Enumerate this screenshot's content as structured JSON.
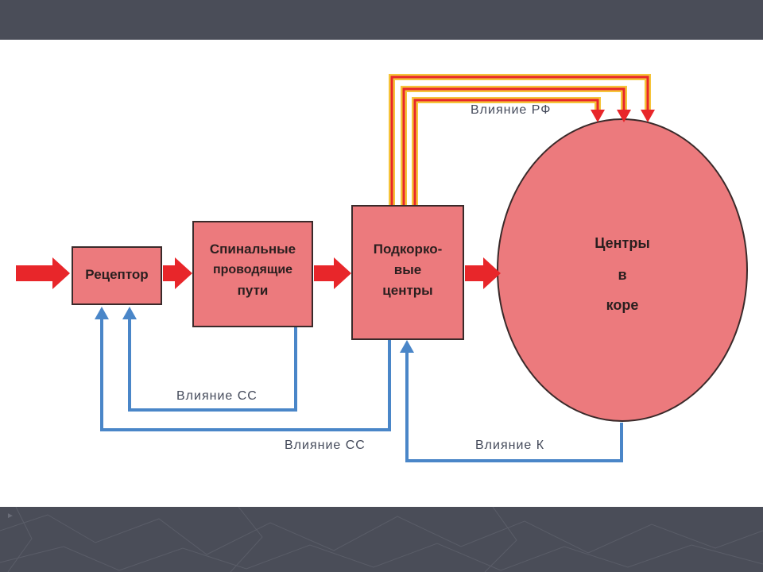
{
  "diagram": {
    "nodes": {
      "receptor": "Рецептор",
      "spinal": [
        "Спинальные",
        "проводящие",
        "пути"
      ],
      "subcortical": [
        "Подкорко-",
        "вые",
        "центры"
      ],
      "cortex": [
        "Центры",
        "в",
        "коре"
      ]
    },
    "edge_labels": {
      "rf": "Влияние РФ",
      "ss_inner": "Влияние СС",
      "ss_outer": "Влияние СС",
      "k": "Влияние К"
    }
  },
  "colors": {
    "node_fill": "#ec7a7d",
    "forward_arrow": "#e8262a",
    "rf_outer": "#f5c43a",
    "feedback_arrow": "#4a86c8",
    "slide_bg": "#ffffff",
    "frame": "#4a4d58"
  }
}
